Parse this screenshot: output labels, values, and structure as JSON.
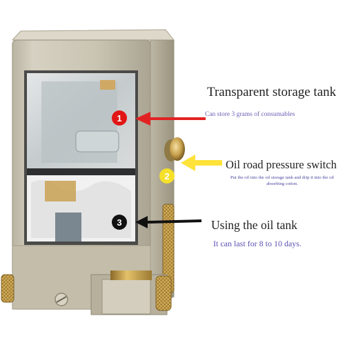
{
  "callouts": [
    {
      "number": "1",
      "title": "Transparent storage tank",
      "description": "Can store 3 grams of consumables",
      "badge_color": "#e21616",
      "arrow_color": "#e22222"
    },
    {
      "number": "2",
      "title": "Oil road pressure switch",
      "description": "Put the oil into the oil storage tank and drip it into the oil absorbing cotton.",
      "badge_color": "#f5e02a",
      "arrow_color": "#ffe23a"
    },
    {
      "number": "3",
      "title": "Using the oil tank",
      "description": "It can last for 8 to 10 days.",
      "badge_color": "#111111",
      "arrow_color": "#111111"
    }
  ],
  "colors": {
    "body_metal": "#c9c3b2",
    "brass": "#c8a048",
    "glass": "#d8dde0",
    "cotton": "#eeeeee"
  }
}
